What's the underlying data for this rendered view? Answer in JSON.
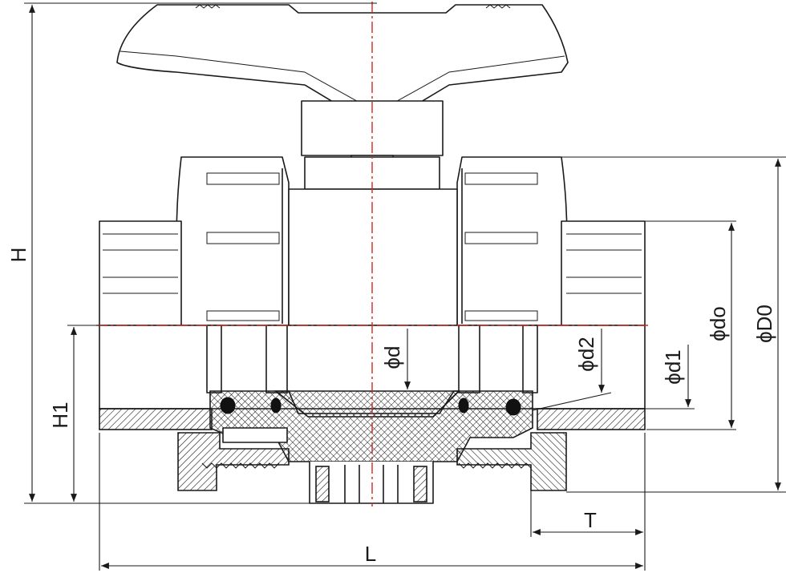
{
  "drawing": {
    "subject": "ball valve cross-section",
    "colors": {
      "outline": "#1a1a1a",
      "centerline": "#d3261f",
      "background": "#ffffff"
    },
    "labels": {
      "H": "H",
      "H1": "H1",
      "L": "L",
      "T": "T",
      "d": "ϕd",
      "d1": "ϕd1",
      "d2": "ϕd2",
      "do": "ϕdo",
      "D0": "ϕD0"
    }
  }
}
